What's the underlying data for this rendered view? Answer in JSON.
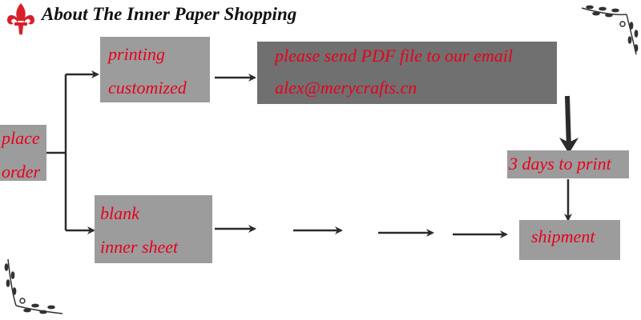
{
  "header": {
    "title": "About The Inner Paper  Shopping"
  },
  "colors": {
    "text": "#e8001c",
    "box": "#9c9c9c",
    "box_dark": "#707070",
    "arrow": "#2b2b2b"
  },
  "icons": {
    "logo": "fleur-de-lis-icon",
    "ornaments": "vine-ornament-icon"
  },
  "flow": {
    "start": {
      "line1": "place",
      "line2": "order"
    },
    "printing": {
      "line1": "printing",
      "line2": "customized"
    },
    "email_note": {
      "line1": "please send PDF file  to  our email",
      "line2": "alex@merycrafts.cn"
    },
    "print_time": {
      "label": "3 days to print"
    },
    "blank": {
      "line1": "blank",
      "line2": "inner sheet"
    },
    "shipment": {
      "label": "shipment"
    }
  }
}
